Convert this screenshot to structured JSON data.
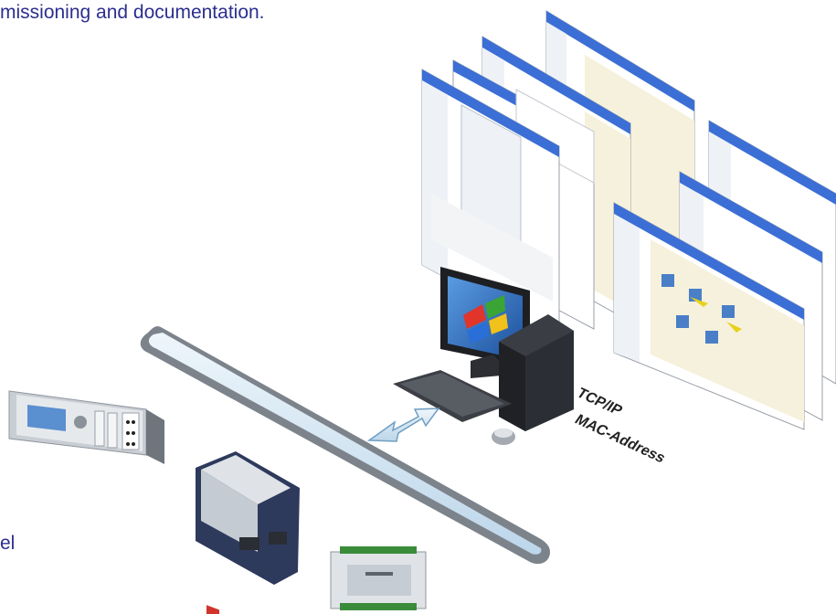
{
  "caption": "missioning and documentation.",
  "edge_label": "el",
  "network": {
    "protocol_label": "TCP/IP",
    "address_label": "MAC-Address"
  },
  "colors": {
    "caption": "#2b2f8f",
    "window_titlebar": "#3b6fd6",
    "window_canvas": "#f6f1dc",
    "cable": "#9aa0a8",
    "arrow": "#cfe3f3"
  },
  "icons": [
    "software-window-icon",
    "desktop-computer-icon",
    "keyboard-icon",
    "mouse-icon",
    "data-exchange-arrow-icon",
    "network-cable-icon",
    "controller-panel-icon",
    "room-controller-icon",
    "io-module-icon"
  ]
}
